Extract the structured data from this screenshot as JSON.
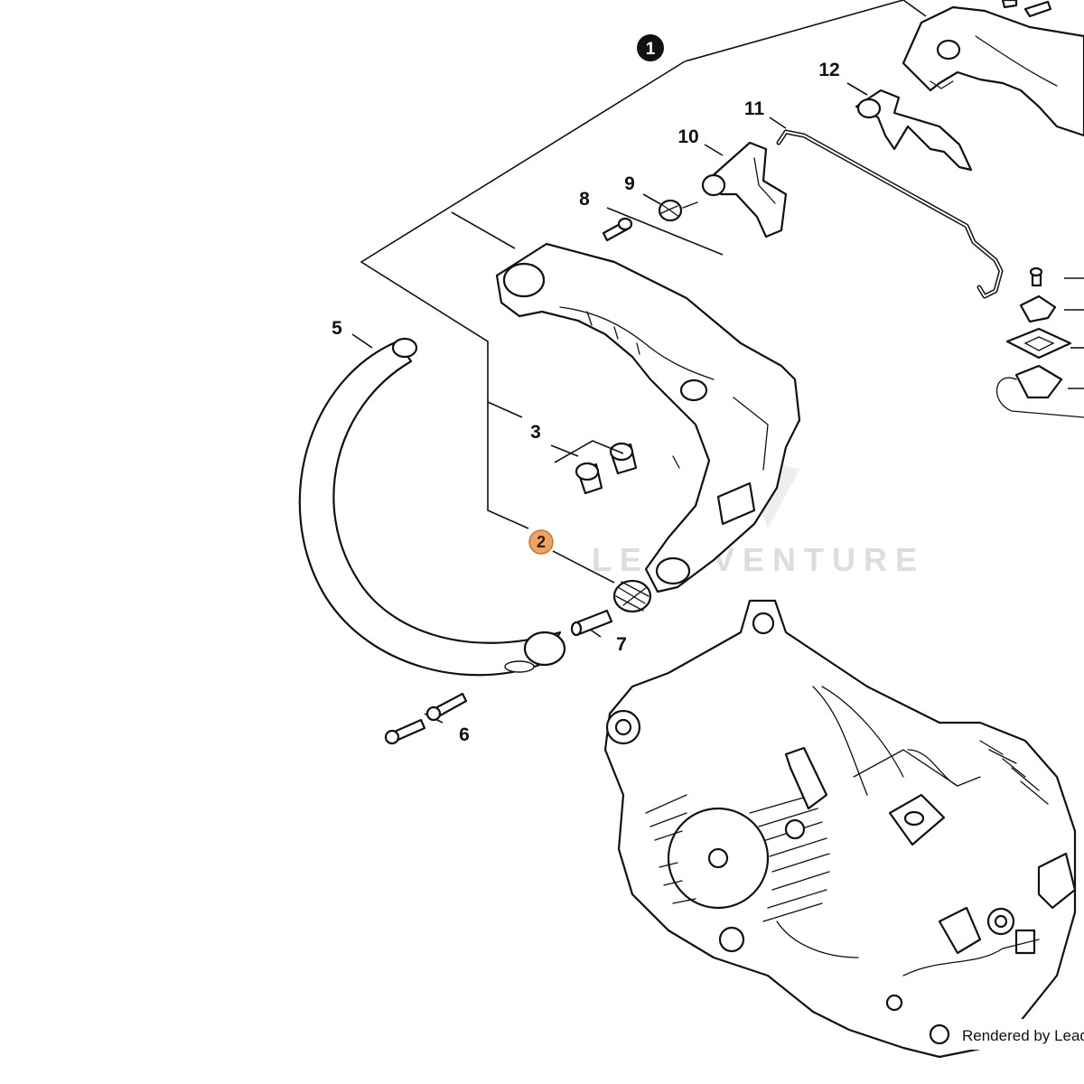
{
  "watermark": "LEADVENTURE",
  "footer": "Rendered by LeadV",
  "highlight_color": "#f0a35e",
  "callouts": [
    {
      "id": "c1",
      "label": "1",
      "style": "filled"
    },
    {
      "id": "c2",
      "label": "2",
      "style": "highlighted"
    },
    {
      "id": "c3",
      "label": "3",
      "style": "plain"
    },
    {
      "id": "c5",
      "label": "5",
      "style": "plain"
    },
    {
      "id": "c6",
      "label": "6",
      "style": "plain"
    },
    {
      "id": "c7",
      "label": "7",
      "style": "plain"
    },
    {
      "id": "c8",
      "label": "8",
      "style": "plain"
    },
    {
      "id": "c9",
      "label": "9",
      "style": "plain"
    },
    {
      "id": "c10",
      "label": "10",
      "style": "plain"
    },
    {
      "id": "c11",
      "label": "11",
      "style": "plain"
    },
    {
      "id": "c12",
      "label": "12",
      "style": "plain"
    }
  ]
}
